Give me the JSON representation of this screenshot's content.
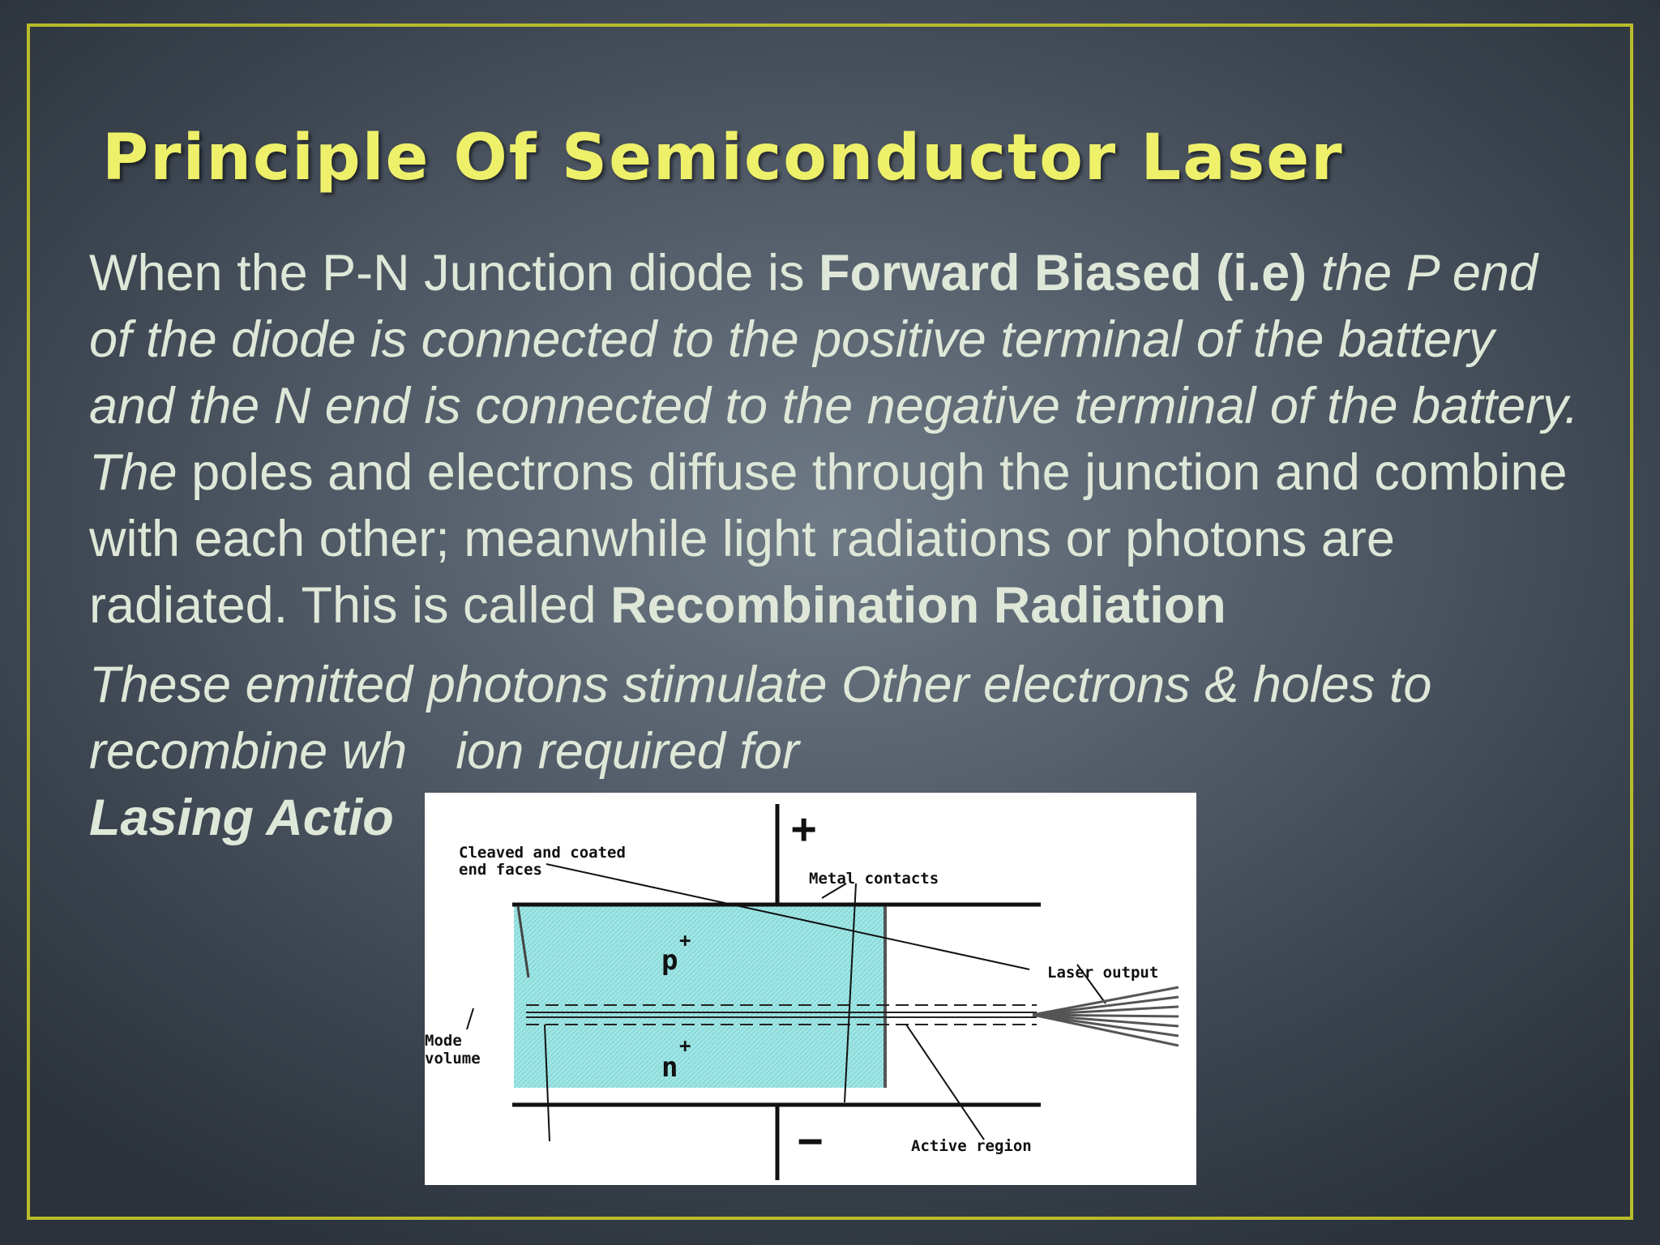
{
  "slide": {
    "title": "Principle Of Semiconductor Laser",
    "paragraph1": {
      "seg1": "When the P-N Junction diode is ",
      "seg2": "Forward Biased (i.e)",
      "seg3": " the P end of the diode is connected to the positive terminal of the battery and the N end is connected to the negative terminal of the battery. The",
      "seg4": " poles and electrons diffuse through the junction and combine with each other; meanwhile light radiations or photons are radiated. This is called ",
      "seg5": "Recombination Radiation"
    },
    "paragraph2": {
      "seg1": "These emitted photons stimulate Other electrons & holes to recombine wh",
      "seg2": "ion required for ",
      "seg3": "Lasing Actio"
    }
  },
  "diagram": {
    "labels": {
      "plus": "+",
      "minus": "−",
      "cleaved_line1": "Cleaved and coated",
      "cleaved_line2": "end faces",
      "metal_contacts": "Metal contacts",
      "p_region": "p",
      "p_superscript": "+",
      "n_region": "n",
      "n_superscript": "+",
      "laser_output": "Laser output",
      "mode_line1": "Mode",
      "mode_line2": "volume",
      "active_region": "Active region"
    },
    "colors": {
      "fill": "#9fe6e6",
      "line": "#111111"
    }
  },
  "theme": {
    "title_color": "#eef06a",
    "text_color": "#dfe8d8",
    "border_color": "#b9bc2a"
  }
}
